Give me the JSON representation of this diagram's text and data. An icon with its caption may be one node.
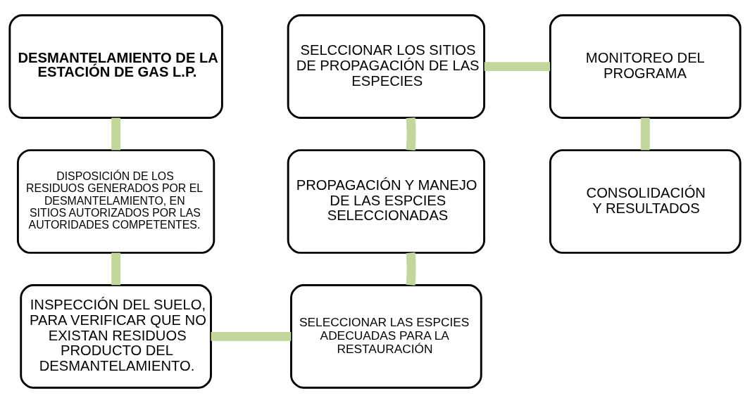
{
  "diagram": {
    "nodes": [
      {
        "text": [
          "DESMANTELAMIENTO DE LA ESTACIÓN DE GAS L.P."
        ]
      },
      {
        "text": [
          "DISPOSICIÓN DE LOS RESIDUOS GENERADOS POR EL DESMANTELAMIENTO, EN SITIOS AUTORIZADOS POR LAS AUTORIDADES COMPETENTES."
        ]
      },
      {
        "text": [
          "INSPECCIÓN DEL SUELO, PARA VERIFICAR QUE NO EXISTAN RESIDUOS PRODUCTO DEL DESMANTELAMIENTO."
        ]
      },
      {
        "text": [
          "SELECCIONAR LAS ESPCIES ADECUADAS PARA LA RESTAURACIÓN"
        ]
      },
      {
        "text": [
          "PROPAGACIÓN Y MANEJO DE LAS ESPCIES SELECCIONADAS"
        ]
      },
      {
        "text": [
          "SELCCIONAR LOS SITIOS DE PROPAGACIÓN DE LAS ESPECIES"
        ]
      },
      {
        "text": [
          "MONITOREO DEL PROGRAMA"
        ]
      },
      {
        "text": [
          "CONSOLIDACIÓN Y RESULTADOS"
        ]
      }
    ],
    "edges": [
      {
        "from": 0,
        "to": 1,
        "arrow": "none"
      },
      {
        "from": 1,
        "to": 2,
        "arrow": "none"
      },
      {
        "from": 2,
        "to": 3,
        "arrow": "none"
      },
      {
        "from": 3,
        "to": 4,
        "arrow": "none"
      },
      {
        "from": 4,
        "to": 5,
        "arrow": "none"
      },
      {
        "from": 5,
        "to": 6,
        "arrow": "none"
      },
      {
        "from": 6,
        "to": 7,
        "arrow": "none"
      }
    ]
  }
}
